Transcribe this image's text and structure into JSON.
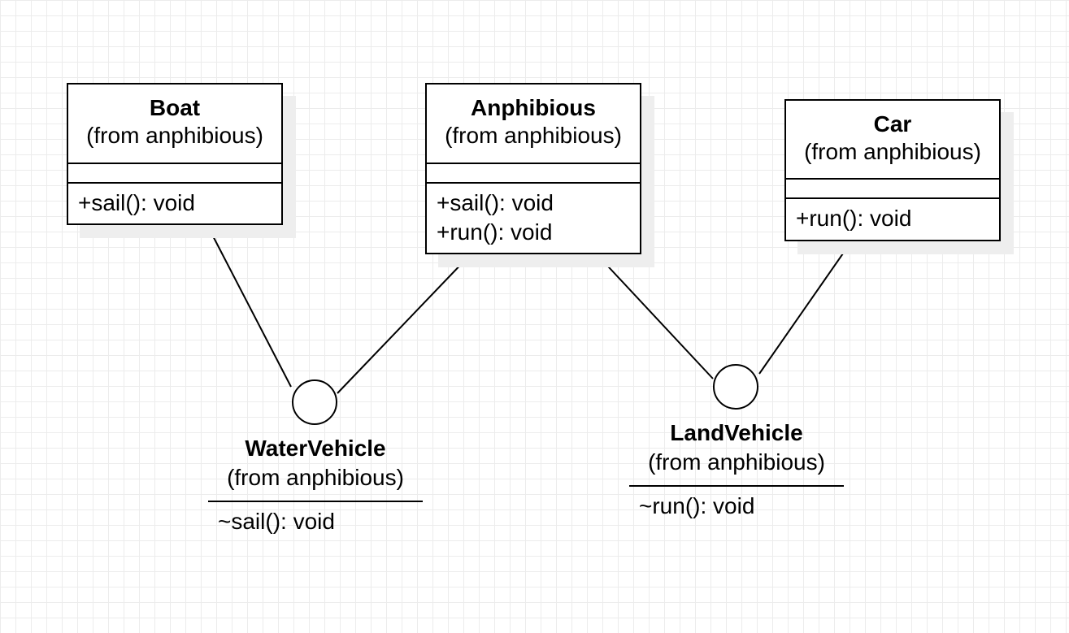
{
  "colors": {
    "line": "#000000",
    "box_fill": "#ffffff",
    "shadow": "#eeeeee",
    "grid": "#ececec"
  },
  "classes": {
    "boat": {
      "name": "Boat",
      "package": "(from anphibious)",
      "operations": [
        "+sail(): void"
      ]
    },
    "anphibious": {
      "name": "Anphibious",
      "package": "(from anphibious)",
      "operations": [
        "+sail(): void",
        "+run(): void"
      ]
    },
    "car": {
      "name": "Car",
      "package": "(from anphibious)",
      "operations": [
        "+run(): void"
      ]
    }
  },
  "interfaces": {
    "water_vehicle": {
      "name": "WaterVehicle",
      "package": "(from anphibious)",
      "operations": [
        "~sail(): void"
      ]
    },
    "land_vehicle": {
      "name": "LandVehicle",
      "package": "(from anphibious)",
      "operations": [
        "~run(): void"
      ]
    }
  },
  "realizations": [
    {
      "from": "Boat",
      "to": "WaterVehicle"
    },
    {
      "from": "Anphibious",
      "to": "WaterVehicle"
    },
    {
      "from": "Anphibious",
      "to": "LandVehicle"
    },
    {
      "from": "Car",
      "to": "LandVehicle"
    }
  ]
}
